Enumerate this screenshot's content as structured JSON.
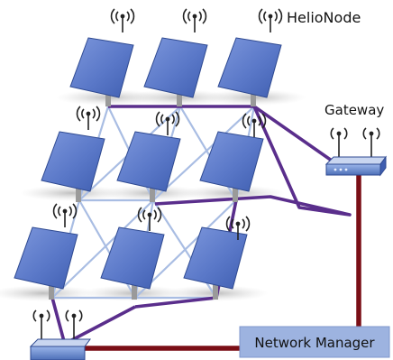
{
  "labels": {
    "helio_node": "HelioNode",
    "gateway": "Gateway",
    "network_manager": "Network Manager"
  },
  "colors": {
    "mesh_link": "#a9bde3",
    "primary_link": "#5a2e8c",
    "backhaul": "#7a0f16",
    "panel": "#5a78c8",
    "router": "#6a8ed0",
    "manager_box": "#9db3e0"
  },
  "icons": [
    "radio-antenna-icon",
    "router-icon"
  ]
}
